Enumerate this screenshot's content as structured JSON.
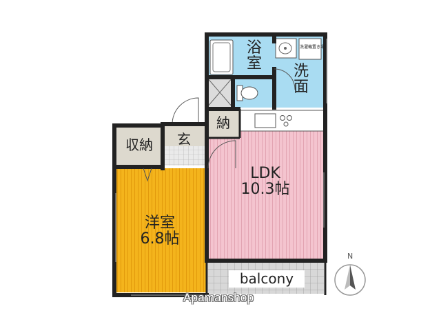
{
  "rooms": {
    "bath": {
      "line1": "浴",
      "line2": "室"
    },
    "washroom": {
      "line1": "洗",
      "line2": "面"
    },
    "laundry_note": "洗濯機置き場",
    "closet_small": "納",
    "closet": "収納",
    "entrance": "玄",
    "ldk": {
      "name": "LDK",
      "size": "10.3帖"
    },
    "western": {
      "name": "洋室",
      "size": "6.8帖"
    },
    "balcony": "balcony"
  },
  "compass": {
    "label": "N"
  },
  "watermark": "Apamanshop",
  "colors": {
    "wet_area": "#a9dcf2",
    "ldk": "#f4c4cf",
    "western": "#f4b41c",
    "storage": "#ddd9ce",
    "balcony": "#d8d8d8"
  }
}
